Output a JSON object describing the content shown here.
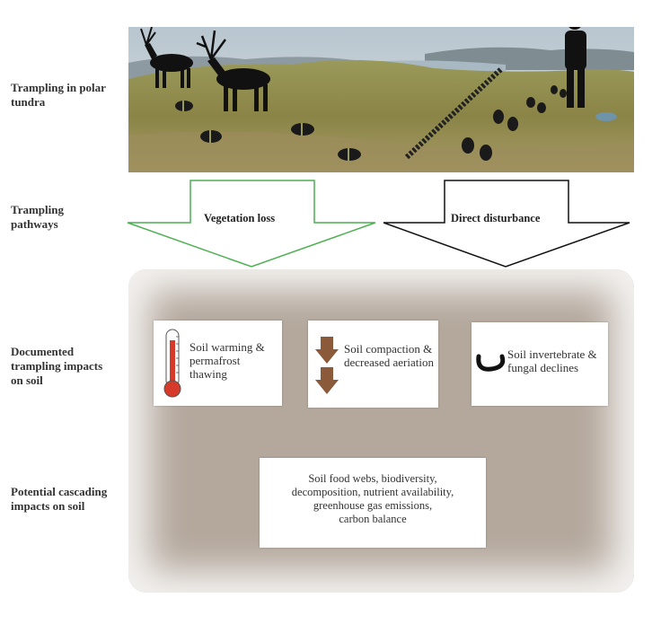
{
  "rows": {
    "trampling_tundra": "Trampling in polar tundra",
    "pathways": "Trampling pathways",
    "documented": "Documented trampling impacts on soil",
    "potential": "Potential cascading impacts on soil"
  },
  "pathways": {
    "vegetation_loss": "Vegetation loss",
    "direct_disturbance": "Direct disturbance"
  },
  "impacts": {
    "warming": "Soil warming & permafrost thawing",
    "compaction": "Soil compaction & decreased aeriation",
    "invertebrate": "Soil invertebrate & fungal declines"
  },
  "cascading": {
    "lines": [
      "Soil food webs, biodiversity,",
      "decomposition, nutrient availability,",
      "greenhouse gas emissions,",
      "carbon balance"
    ]
  },
  "icons": {
    "thermometer": "thermometer-icon",
    "compaction": "down-arrow-compaction-icon",
    "invertebrate": "earthworm-icon"
  },
  "colors": {
    "vegetation_arrow": "#4caf50",
    "disturbance_arrow": "#111111",
    "soil_panel": "#b4a89d"
  }
}
